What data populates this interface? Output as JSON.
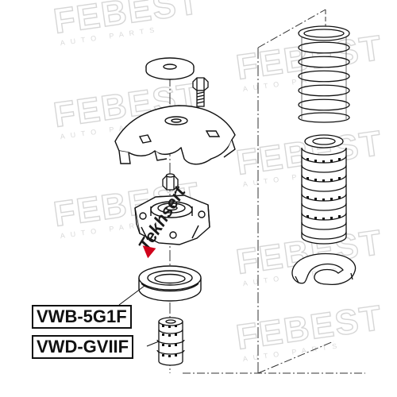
{
  "watermark": {
    "brand": "FEBEST",
    "subtitle": "AUTO PARTS"
  },
  "overlay_stamp": {
    "text": "Tekhsert"
  },
  "part_labels": [
    {
      "code": "VWB-5G1F"
    },
    {
      "code": "VWD-GVIIF"
    }
  ],
  "colors": {
    "line": "#222222",
    "watermark": "#d6d6d6",
    "stamp_dark": "#1a1a1a",
    "stamp_red": "#d0021b"
  }
}
